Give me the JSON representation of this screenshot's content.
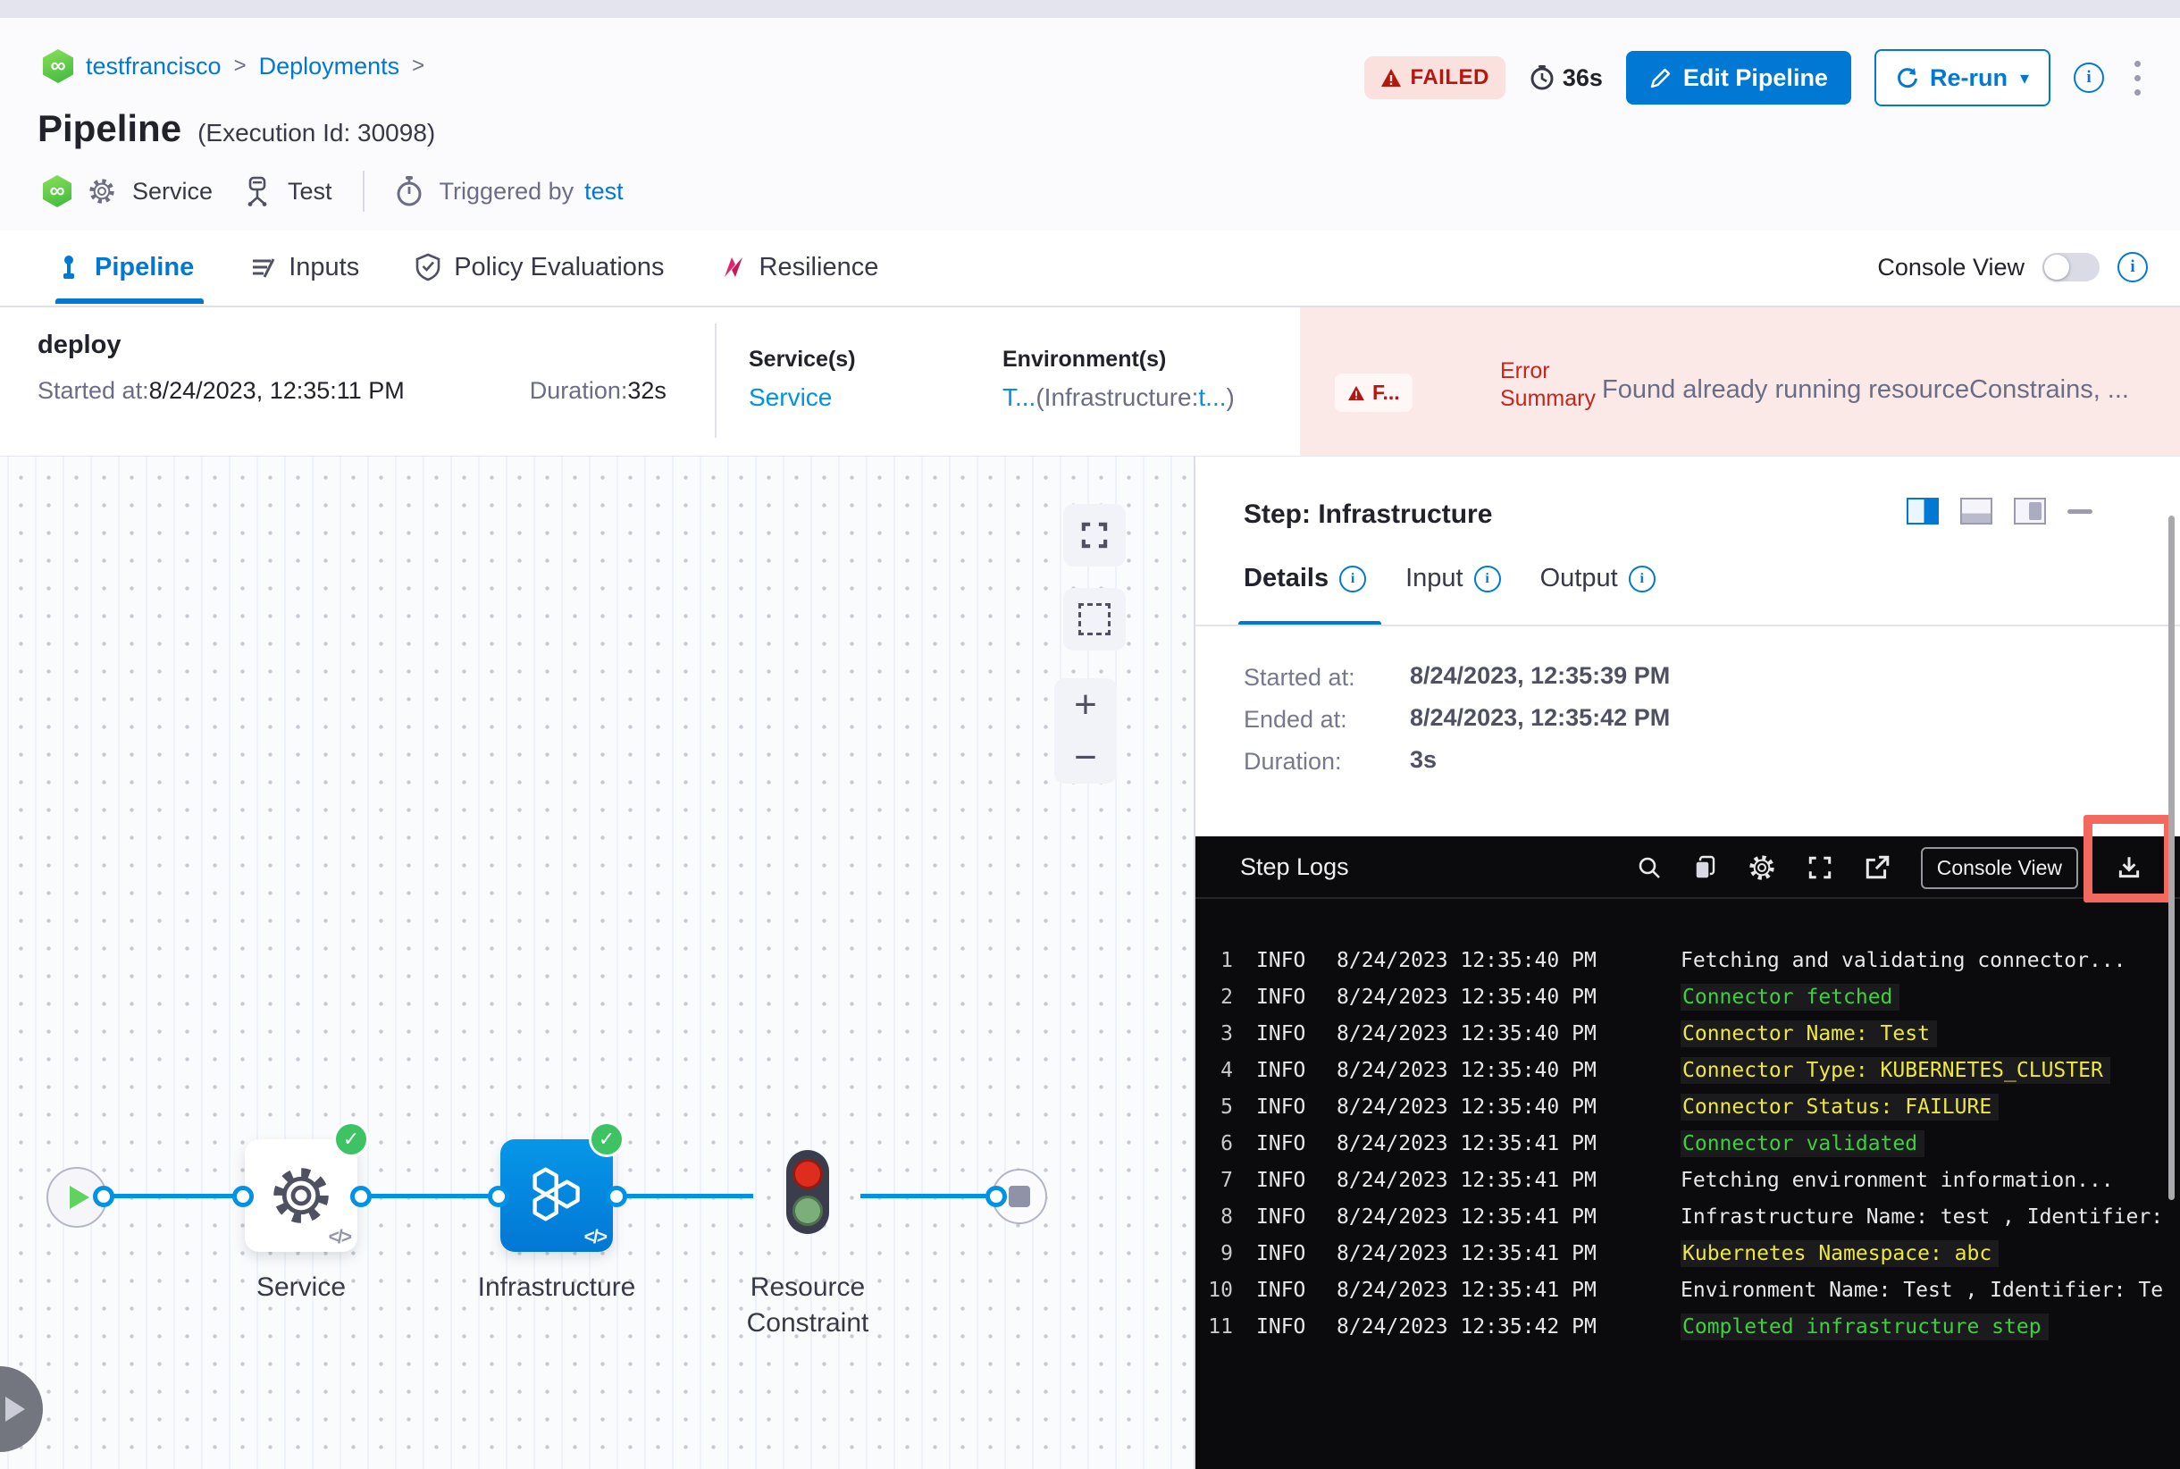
{
  "header": {
    "breadcrumb": {
      "project": "testfrancisco",
      "sep1": ">",
      "section": "Deployments",
      "sep2": ">"
    },
    "title": "Pipeline",
    "execution_id": "(Execution Id: 30098)",
    "status_badge": "FAILED",
    "elapsed": "36s",
    "edit_button": "Edit Pipeline",
    "rerun_button": "Re-run",
    "meta": {
      "service": "Service",
      "test": "Test",
      "triggered_by": "Triggered by",
      "trigger_user": "test"
    }
  },
  "tabbar": {
    "tabs": [
      {
        "label": "Pipeline",
        "active": true
      },
      {
        "label": "Inputs",
        "active": false
      },
      {
        "label": "Policy Evaluations",
        "active": false
      },
      {
        "label": "Resilience",
        "active": false
      }
    ],
    "console_view_label": "Console View"
  },
  "stage": {
    "name": "deploy",
    "started_label": "Started at: ",
    "started_value": "8/24/2023, 12:35:11 PM",
    "duration_label": "Duration: ",
    "duration_value": "32s",
    "services_label": "Service(s)",
    "service_link": "Service",
    "environments_label": "Environment(s)",
    "env_value": {
      "p1": "T...",
      "p2": "(Infrastructure:",
      "p3": "t...",
      "p4": ")"
    },
    "error": {
      "badge": "F...",
      "label_line1": "Error",
      "label_line2": "Summary",
      "message": "Found already running resourceConstrains, ..."
    }
  },
  "canvas": {
    "nodes": {
      "service": "Service",
      "infrastructure": "Infrastructure",
      "resource_line1": "Resource",
      "resource_line2": "Constraint",
      "code_mark": "</>"
    },
    "zoom_in": "+",
    "zoom_out": "−"
  },
  "step_panel": {
    "title": "Step: Infrastructure",
    "tabs": {
      "details": "Details",
      "input": "Input",
      "output": "Output"
    },
    "fields": [
      {
        "label": "Started at:",
        "value": "8/24/2023, 12:35:39 PM"
      },
      {
        "label": "Ended at:",
        "value": "8/24/2023, 12:35:42 PM"
      },
      {
        "label": "Duration:",
        "value": "3s"
      }
    ]
  },
  "logs": {
    "title": "Step Logs",
    "console_view_button": "Console View",
    "lines": [
      {
        "n": "1",
        "level": "INFO",
        "time": "8/24/2023 12:35:40 PM",
        "message": "Fetching and validating connector...",
        "color": "white"
      },
      {
        "n": "2",
        "level": "INFO",
        "time": "8/24/2023 12:35:40 PM",
        "message": "Connector fetched",
        "color": "green"
      },
      {
        "n": "3",
        "level": "INFO",
        "time": "8/24/2023 12:35:40 PM",
        "message": "Connector Name: Test",
        "color": "yellow"
      },
      {
        "n": "4",
        "level": "INFO",
        "time": "8/24/2023 12:35:40 PM",
        "message": "Connector Type: KUBERNETES_CLUSTER",
        "color": "yellow"
      },
      {
        "n": "5",
        "level": "INFO",
        "time": "8/24/2023 12:35:40 PM",
        "message": "Connector Status: FAILURE",
        "color": "yellow"
      },
      {
        "n": "6",
        "level": "INFO",
        "time": "8/24/2023 12:35:41 PM",
        "message": "Connector validated",
        "color": "green"
      },
      {
        "n": "7",
        "level": "INFO",
        "time": "8/24/2023 12:35:41 PM",
        "message": "Fetching environment information...",
        "color": "white"
      },
      {
        "n": "8",
        "level": "INFO",
        "time": "8/24/2023 12:35:41 PM",
        "message": "Infrastructure Name: test , Identifier:",
        "color": "white"
      },
      {
        "n": "9",
        "level": "INFO",
        "time": "8/24/2023 12:35:41 PM",
        "message": "Kubernetes Namespace: abc",
        "color": "yellow"
      },
      {
        "n": "10",
        "level": "INFO",
        "time": "8/24/2023 12:35:41 PM",
        "message": "Environment Name: Test , Identifier: Te",
        "color": "white"
      },
      {
        "n": "11",
        "level": "INFO",
        "time": "8/24/2023 12:35:42 PM",
        "message": "Completed infrastructure step",
        "color": "green"
      }
    ]
  },
  "colors": {
    "primary_blue": "#0278D5",
    "link_blue": "#0092E4",
    "error_red": "#C4261D",
    "error_bg": "#FBE9E7",
    "success_green": "#3DC364",
    "log_green": "#3CD13D",
    "log_yellow": "#EDE93B",
    "highlight_box_red": "#F4695E"
  }
}
